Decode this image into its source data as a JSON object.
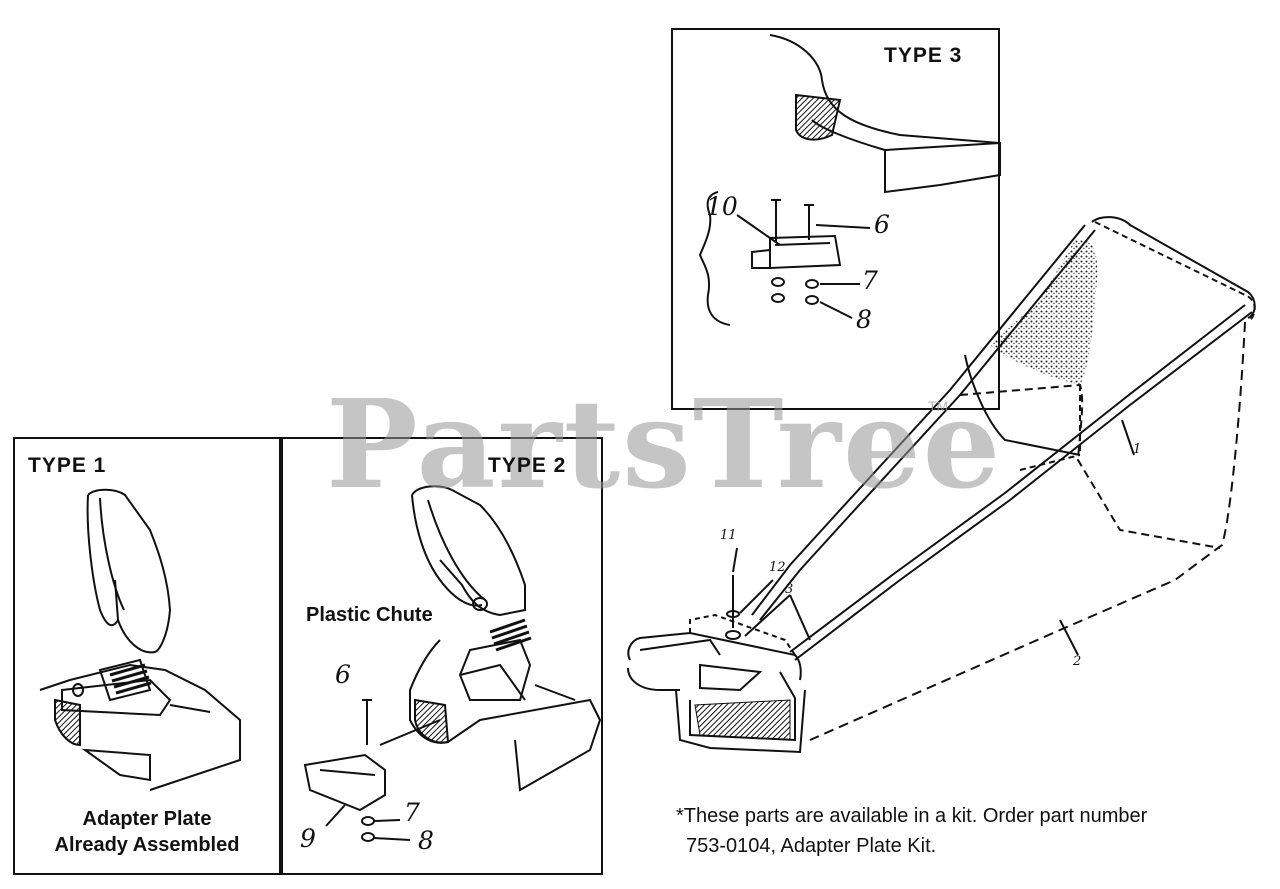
{
  "watermark": {
    "text": "PartsTree",
    "trademark": "TM"
  },
  "panels": {
    "type1": {
      "label": "TYPE 1",
      "caption_line1": "Adapter Plate",
      "caption_line2": "Already Assembled"
    },
    "type2": {
      "label": "TYPE 2",
      "part_label": "Plastic Chute"
    },
    "type3": {
      "label": "TYPE 3"
    }
  },
  "callouts": {
    "type3": [
      "10",
      "6",
      "7",
      "8"
    ],
    "type2": [
      "6",
      "9",
      "7",
      "8"
    ],
    "bag": [
      "11",
      "12",
      "3",
      "1",
      "2"
    ]
  },
  "footnote": {
    "line1": "*These parts are available in a kit. Order part number",
    "line2": "753-0104, Adapter Plate Kit."
  },
  "colors": {
    "ink": "#111111",
    "watermark": "#969696",
    "background": "#ffffff"
  }
}
